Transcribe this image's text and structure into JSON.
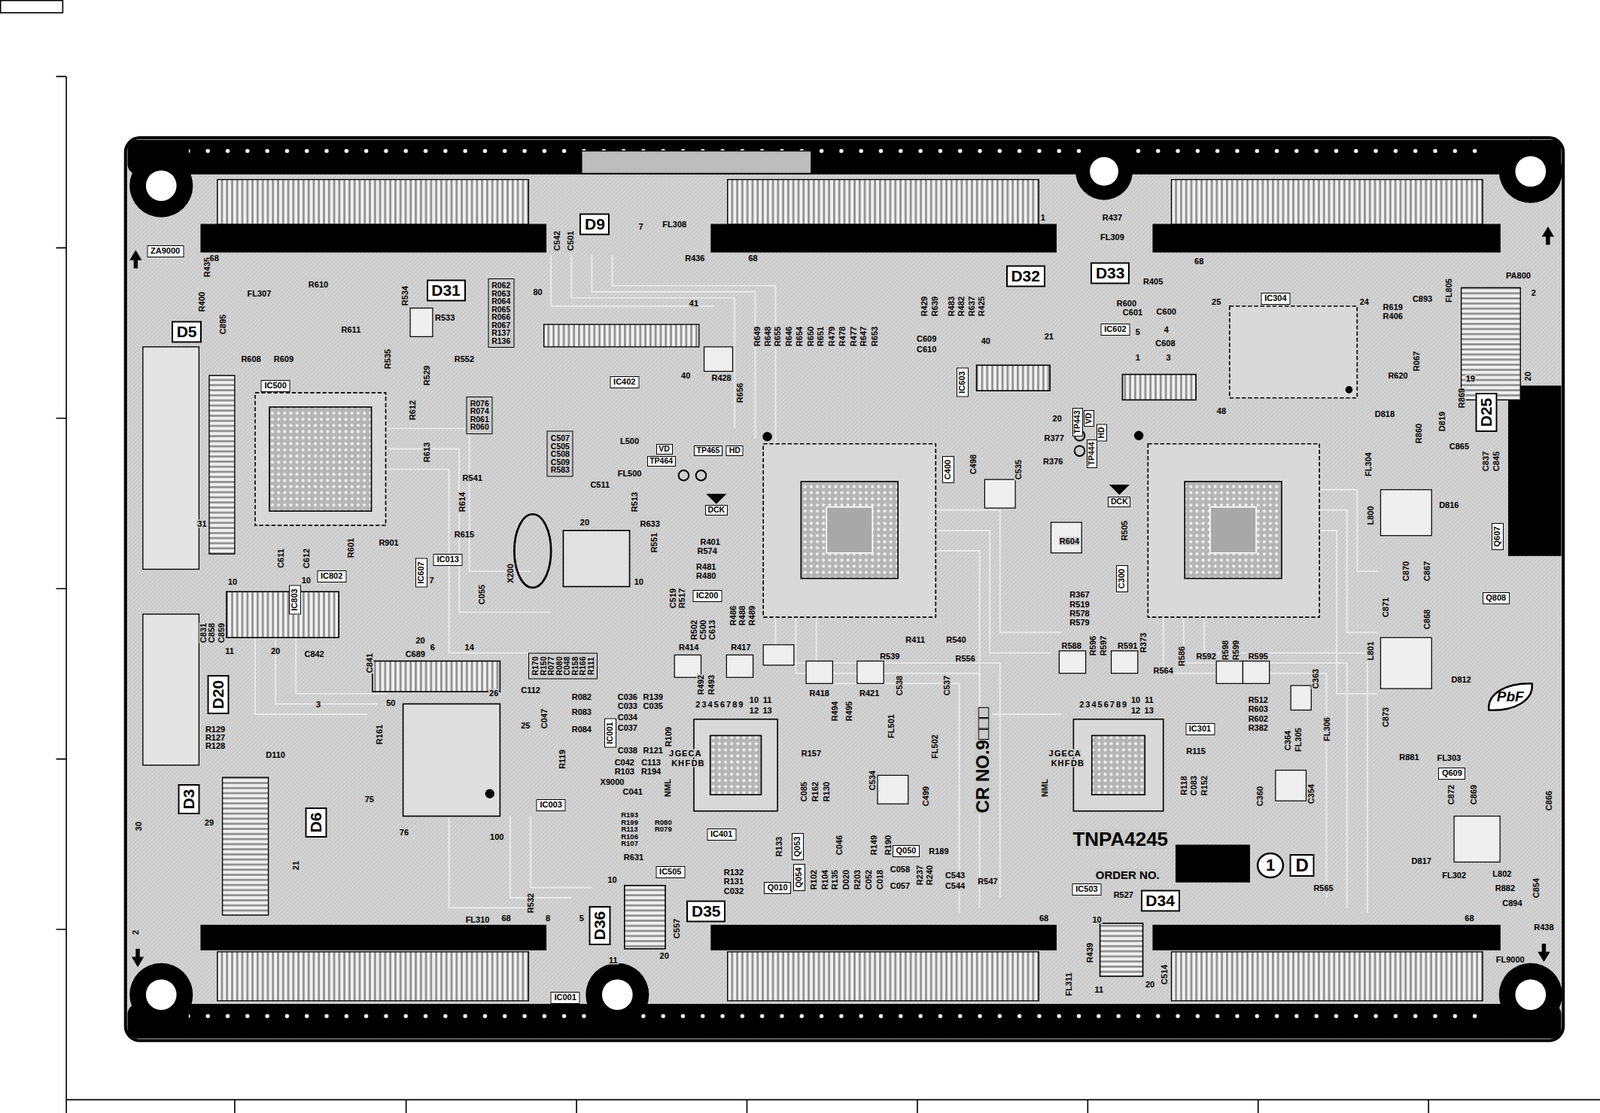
{
  "diagram": {
    "nodes": [
      {
        "text": [
          "ZA9000"
        ]
      },
      {
        "text": [
          "D5"
        ]
      },
      {
        "text": [
          "D31"
        ]
      },
      {
        "text": [
          "D9"
        ]
      },
      {
        "text": [
          "D32"
        ]
      },
      {
        "text": [
          "D33"
        ]
      },
      {
        "text": [
          "D25"
        ]
      },
      {
        "text": [
          "D20"
        ]
      },
      {
        "text": [
          "D3"
        ]
      },
      {
        "text": [
          "D6"
        ]
      },
      {
        "text": [
          "D36"
        ]
      },
      {
        "text": [
          "D35"
        ]
      },
      {
        "text": [
          "D34"
        ]
      },
      {
        "text": [
          "IC500"
        ]
      },
      {
        "text": [
          "IC402"
        ]
      },
      {
        "text": [
          "IC603"
        ]
      },
      {
        "text": [
          "IC602"
        ]
      },
      {
        "text": [
          "IC304"
        ]
      },
      {
        "text": [
          "C400"
        ]
      },
      {
        "text": [
          "C300"
        ]
      },
      {
        "text": [
          "IC802"
        ]
      },
      {
        "text": [
          "IC803"
        ]
      },
      {
        "text": [
          "IC607"
        ]
      },
      {
        "text": [
          "IC013"
        ]
      },
      {
        "text": [
          "IC200"
        ]
      },
      {
        "text": [
          "IC001"
        ]
      },
      {
        "text": [
          "IC003"
        ]
      },
      {
        "text": [
          "IC401"
        ]
      },
      {
        "text": [
          "IC505"
        ]
      },
      {
        "text": [
          "IC001"
        ]
      },
      {
        "text": [
          "IC503"
        ]
      },
      {
        "text": [
          "IC301"
        ]
      },
      {
        "text": [
          "Q053"
        ]
      },
      {
        "text": [
          "Q054"
        ]
      },
      {
        "text": [
          "Q010"
        ]
      },
      {
        "text": [
          "Q050"
        ]
      },
      {
        "text": [
          "Q607"
        ]
      },
      {
        "text": [
          "Q808"
        ]
      },
      {
        "text": [
          "Q609"
        ]
      },
      {
        "text": [
          "VD"
        ]
      },
      {
        "text": [
          "TP465"
        ]
      },
      {
        "text": [
          "TP464"
        ]
      },
      {
        "text": [
          "HD"
        ]
      },
      {
        "text": [
          "DCK"
        ]
      },
      {
        "text": [
          "TP443"
        ]
      },
      {
        "text": [
          "VD"
        ]
      },
      {
        "text": [
          "TP444"
        ]
      },
      {
        "text": [
          "HD"
        ]
      },
      {
        "text": [
          "DCK"
        ]
      },
      {
        "text": [
          "R062",
          "R063",
          "R064",
          "R065",
          "R066",
          "R067",
          "R137",
          "R136"
        ]
      },
      {
        "text": [
          "R076",
          "R074",
          "R061",
          "R060"
        ]
      },
      {
        "text": [
          "C507",
          "C505",
          "C508",
          "C509",
          "R583"
        ]
      },
      {
        "text": [
          "R170",
          "R150",
          "R077",
          "R080",
          "C048",
          "R158",
          "R166",
          "R111"
        ]
      },
      {
        "text": [
          "1"
        ]
      },
      {
        "text": [
          "D"
        ]
      },
      {
        "text": [
          "PbF"
        ]
      }
    ],
    "labels": [
      "R435",
      "R400",
      "FL307",
      "C895",
      "R610",
      "R611",
      "R608",
      "R609",
      "R534",
      "R533",
      "R535",
      "R529",
      "R552",
      "R612",
      "R613",
      "R541",
      "R614",
      "R615",
      "R601",
      "R901",
      "31",
      "68",
      "C542",
      "C501",
      "7",
      "FL308",
      "R436",
      "68",
      "1",
      "80",
      "41",
      "40",
      "R428",
      "R649",
      "R648",
      "R655",
      "R646",
      "R654",
      "R650",
      "R651",
      "R479",
      "R478",
      "R477",
      "R647",
      "R653",
      "R656",
      "C609",
      "C610",
      "R429",
      "R639",
      "R483",
      "R482",
      "R637",
      "R425",
      "40",
      "21",
      "20",
      "R437",
      "FL309",
      "R405",
      "R600",
      "C600",
      "C601",
      "5",
      "4",
      "1",
      "3",
      "C608",
      "25",
      "24",
      "48",
      "68",
      "R619",
      "R406",
      "C893",
      "FL805",
      "PA800",
      "2",
      "R620",
      "R067",
      "R869",
      "19",
      "20",
      "D818",
      "D819",
      "R860",
      "C865",
      "C837",
      "C845",
      "FL304",
      "L800",
      "D816",
      "C870",
      "C871",
      "C867",
      "C868",
      "L801",
      "D812",
      "C873",
      "R881",
      "FL303",
      "C872",
      "C869",
      "C866",
      "D817",
      "FL302",
      "L802",
      "R882",
      "C854",
      "C894",
      "R438",
      "FL9000",
      "68",
      "L500",
      "FL500",
      "C511",
      "20",
      "R513",
      "R633",
      "R551",
      "10",
      "R401",
      "R574",
      "R481",
      "R480",
      "C519",
      "R517",
      "R502",
      "C500",
      "C613",
      "R486",
      "R488",
      "R489",
      "X200",
      "C498",
      "C535",
      "R377",
      "R376",
      "R604",
      "R505",
      "R367",
      "R519",
      "R578",
      "R579",
      "R588",
      "R596",
      "R597",
      "R591",
      "R373",
      "R564",
      "R586",
      "R592",
      "R598",
      "R599",
      "R595",
      "C363",
      "R512",
      "R603",
      "R602",
      "R382",
      "C364",
      "FL305",
      "FL306",
      "C360",
      "C354",
      "R115",
      "R118",
      "C083",
      "R152",
      "R414",
      "R417",
      "R418",
      "R421",
      "R539",
      "R411",
      "R540",
      "R556",
      "R492",
      "R493",
      "R494",
      "R495",
      "C538",
      "C537",
      "FL501",
      "FL502",
      "R157",
      "C085",
      "R162",
      "R130",
      "C534",
      "C499",
      "CR NO.9□□□",
      "R133",
      "C046",
      "R149",
      "R190",
      "R189",
      "R102",
      "R104",
      "R135",
      "D020",
      "R203",
      "C052",
      "C018",
      "C058",
      "C057",
      "R237",
      "R240",
      "C543",
      "C544",
      "R547",
      "R132",
      "R131",
      "C032",
      "R193",
      "R199",
      "R113",
      "R106",
      "R107",
      "R080",
      "R079",
      "R631",
      "R532",
      "8",
      "5",
      "10",
      "11",
      "20",
      "C557",
      "FL310",
      "68",
      "2",
      "R082",
      "R083",
      "R084",
      "R119",
      "C047",
      "C112",
      "26",
      "25",
      "50",
      "C036",
      "R139",
      "C033",
      "C035",
      "C034",
      "C037",
      "R109",
      "C038",
      "R121",
      "C042",
      "C113",
      "R103",
      "R194",
      "X9000",
      "C041",
      "R161",
      "75",
      "76",
      "100",
      "21",
      "R129",
      "R127",
      "R128",
      "D110",
      "30",
      "29",
      "C831",
      "C858",
      "C859",
      "11",
      "20",
      "C842",
      "10",
      "10",
      "C611",
      "C612",
      "20",
      "C841",
      "C689",
      "6",
      "14",
      "C055",
      "7",
      "3",
      "R527",
      "10",
      "R439",
      "FL311",
      "11",
      "20",
      "C514",
      "68",
      "R565",
      "TNPA4245",
      "ORDER NO.",
      "2",
      "3",
      "4",
      "5",
      "6",
      "7",
      "8",
      "9",
      "10",
      "11",
      "12",
      "13",
      "NML",
      "J",
      "G",
      "E",
      "C",
      "A",
      "K",
      "H",
      "F",
      "D",
      "B",
      "2",
      "3",
      "4",
      "5",
      "6",
      "7",
      "8",
      "9",
      "10",
      "11",
      "12",
      "13",
      "NML",
      "J",
      "G",
      "E",
      "C",
      "A",
      "K",
      "H",
      "F",
      "D",
      "B"
    ]
  }
}
